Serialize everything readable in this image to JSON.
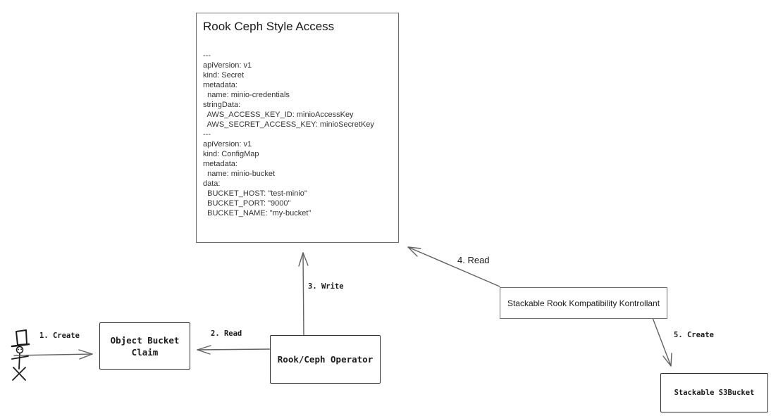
{
  "main_box": {
    "title": "Rook Ceph Style Access",
    "yaml": "---\napiVersion: v1\nkind: Secret\nmetadata:\n  name: minio-credentials\nstringData:\n  AWS_ACCESS_KEY_ID: minioAccessKey\n  AWS_SECRET_ACCESS_KEY: minioSecretKey\n---\napiVersion: v1\nkind: ConfigMap\nmetadata:\n  name: minio-bucket\ndata:\n  BUCKET_HOST: \"test-minio\"\n  BUCKET_PORT: \"9000\"\n  BUCKET_NAME: \"my-bucket\""
  },
  "nodes": {
    "object_bucket_claim": "Object Bucket\nClaim",
    "rook_ceph_operator": "Rook/Ceph Operator",
    "stackable_kontrollant": "Stackable Rook Kompatibility Kontrollant",
    "stackable_s3bucket": "Stackable S3Bucket"
  },
  "edges": {
    "e1_create": "1. Create",
    "e2_read": "2. Read",
    "e3_write": "3. Write",
    "e4_read": "4. Read",
    "e5_create": "5. Create"
  },
  "actor": {
    "icon": "stick-figure-tophat-icon"
  },
  "colors": {
    "connector": "#616161",
    "node_border_dark": "#2b2b2b",
    "node_border_light": "#6e6e6e",
    "figure": "#1c1c1c",
    "text": "#1a1a1a",
    "yaml_text": "#333333"
  }
}
